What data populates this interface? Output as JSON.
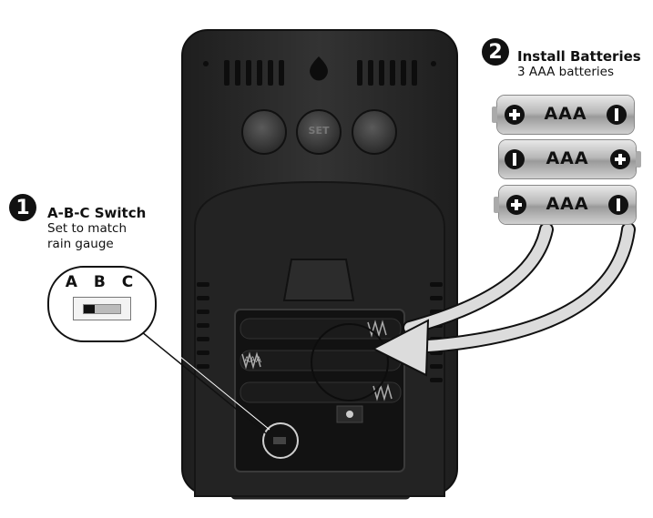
{
  "step1": {
    "number": "1",
    "title": "A-B-C Switch",
    "line1": "Set to match",
    "line2": "rain gauge"
  },
  "step2": {
    "number": "2",
    "title": "Install Batteries",
    "subtitle": "3 AAA batteries"
  },
  "switch_letters": "A B C",
  "device_buttons": [
    "",
    "SET",
    ""
  ],
  "batteries": [
    {
      "label": "AAA",
      "left_terminal": "plus",
      "right_terminal": "minus"
    },
    {
      "label": "AAA",
      "left_terminal": "minus",
      "right_terminal": "plus"
    },
    {
      "label": "AAA",
      "left_terminal": "plus",
      "right_terminal": "minus"
    }
  ],
  "compartment_marking": "AAA",
  "colors": {
    "device_body": "#2b2b2b",
    "battery": "#b8b8b8",
    "arrow": "#dcdcdc",
    "text": "#111111"
  }
}
